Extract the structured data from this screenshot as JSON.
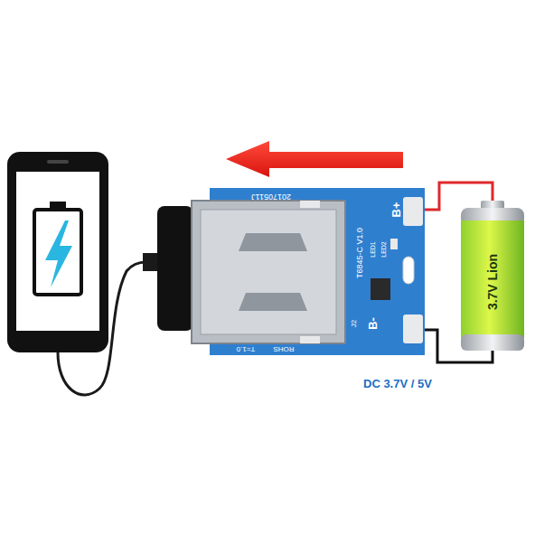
{
  "diagram": {
    "nodes": [
      {
        "text": [
          "20170511J",
          "B+",
          "T6845-C V1.0",
          "LED1",
          "LED2",
          "B-",
          "J2",
          "ROHS",
          "T=1.0"
        ]
      },
      {
        "text": [
          "3.7V Lion"
        ]
      }
    ],
    "edges": [
      {
        "from": 0,
        "to": 1,
        "arrow": "none"
      },
      {
        "from": 0,
        "to": 1,
        "arrow": "none"
      }
    ],
    "labels": [
      "DC 3.7V / 5V"
    ]
  }
}
